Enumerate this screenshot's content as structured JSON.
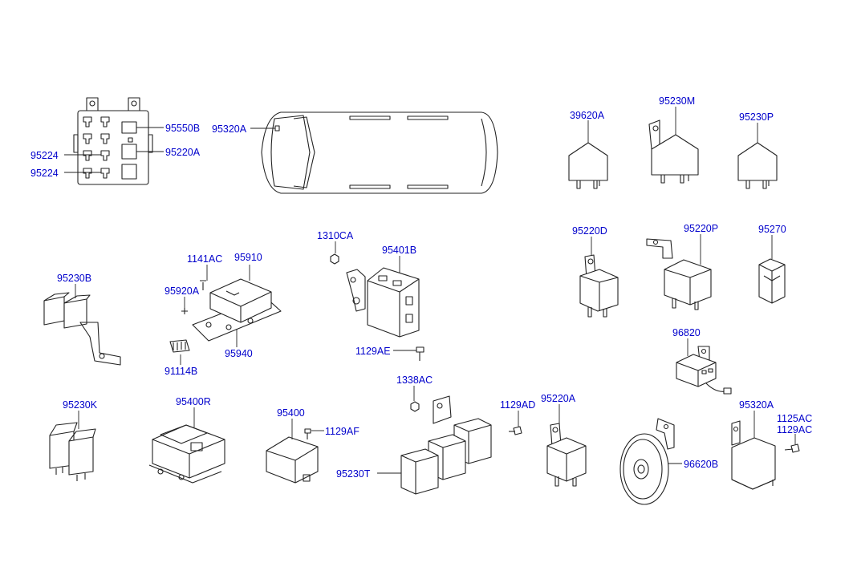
{
  "diagram": {
    "callouts": {
      "p95550B": "95550B",
      "p95224_a": "95224",
      "p95220A_box": "95220A",
      "p95224_b": "95224",
      "p95320A_van": "95320A",
      "p39620A": "39620A",
      "p95230M": "95230M",
      "p95230P": "95230P",
      "p1310CA": "1310CA",
      "p95401B": "95401B",
      "p1141AC": "1141AC",
      "p95910": "95910",
      "p95230B": "95230B",
      "p95920A": "95920A",
      "p95940": "95940",
      "p1129AE": "1129AE",
      "p91114B": "91114B",
      "p95220D": "95220D",
      "p95220P": "95220P",
      "p95270": "95270",
      "p96820": "96820",
      "p1338AC": "1338AC",
      "p95230K": "95230K",
      "p95400R": "95400R",
      "p95400": "95400",
      "p1129AF": "1129AF",
      "p95230T": "95230T",
      "p1129AD": "1129AD",
      "p95220A": "95220A",
      "p96620B": "96620B",
      "p95320A": "95320A",
      "p1125AC": "1125AC",
      "p1129AC": "1129AC"
    }
  }
}
